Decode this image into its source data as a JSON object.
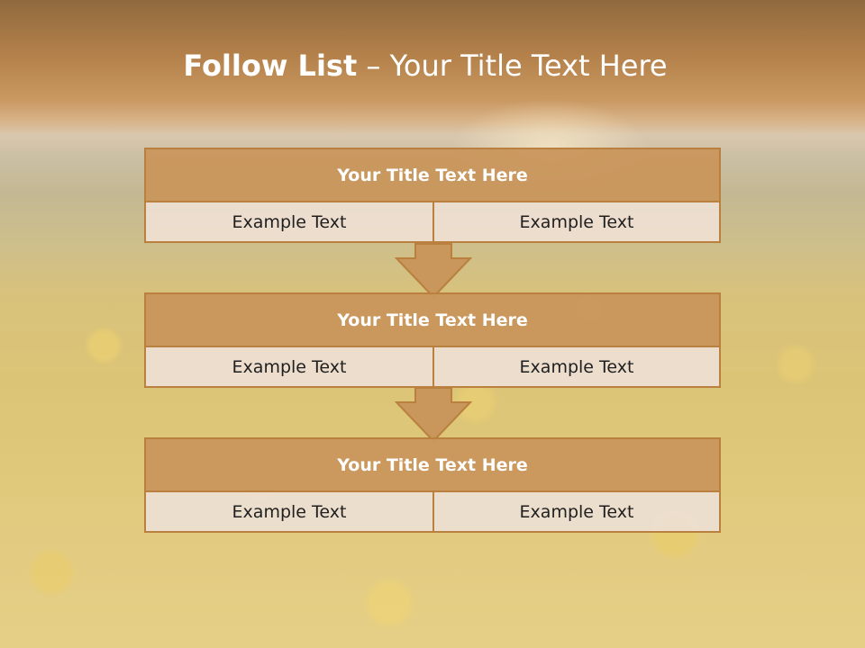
{
  "title": {
    "bold": "Follow List",
    "rest": " – Your Title Text Here"
  },
  "steps": [
    {
      "heading": "Your Title Text Here",
      "left": "Example Text",
      "right": "Example Text"
    },
    {
      "heading": "Your Title Text Here",
      "left": "Example Text",
      "right": "Example Text"
    },
    {
      "heading": "Your Title Text Here",
      "left": "Example Text",
      "right": "Example Text"
    }
  ],
  "colors": {
    "header_fill": "#c9965c",
    "border": "#b9803f",
    "cell_fill": "#ecdecf",
    "title_text": "#ffffff"
  },
  "icons": {
    "connector": "down-arrow-icon",
    "background": "rapeseed-field-sunset-photo"
  }
}
